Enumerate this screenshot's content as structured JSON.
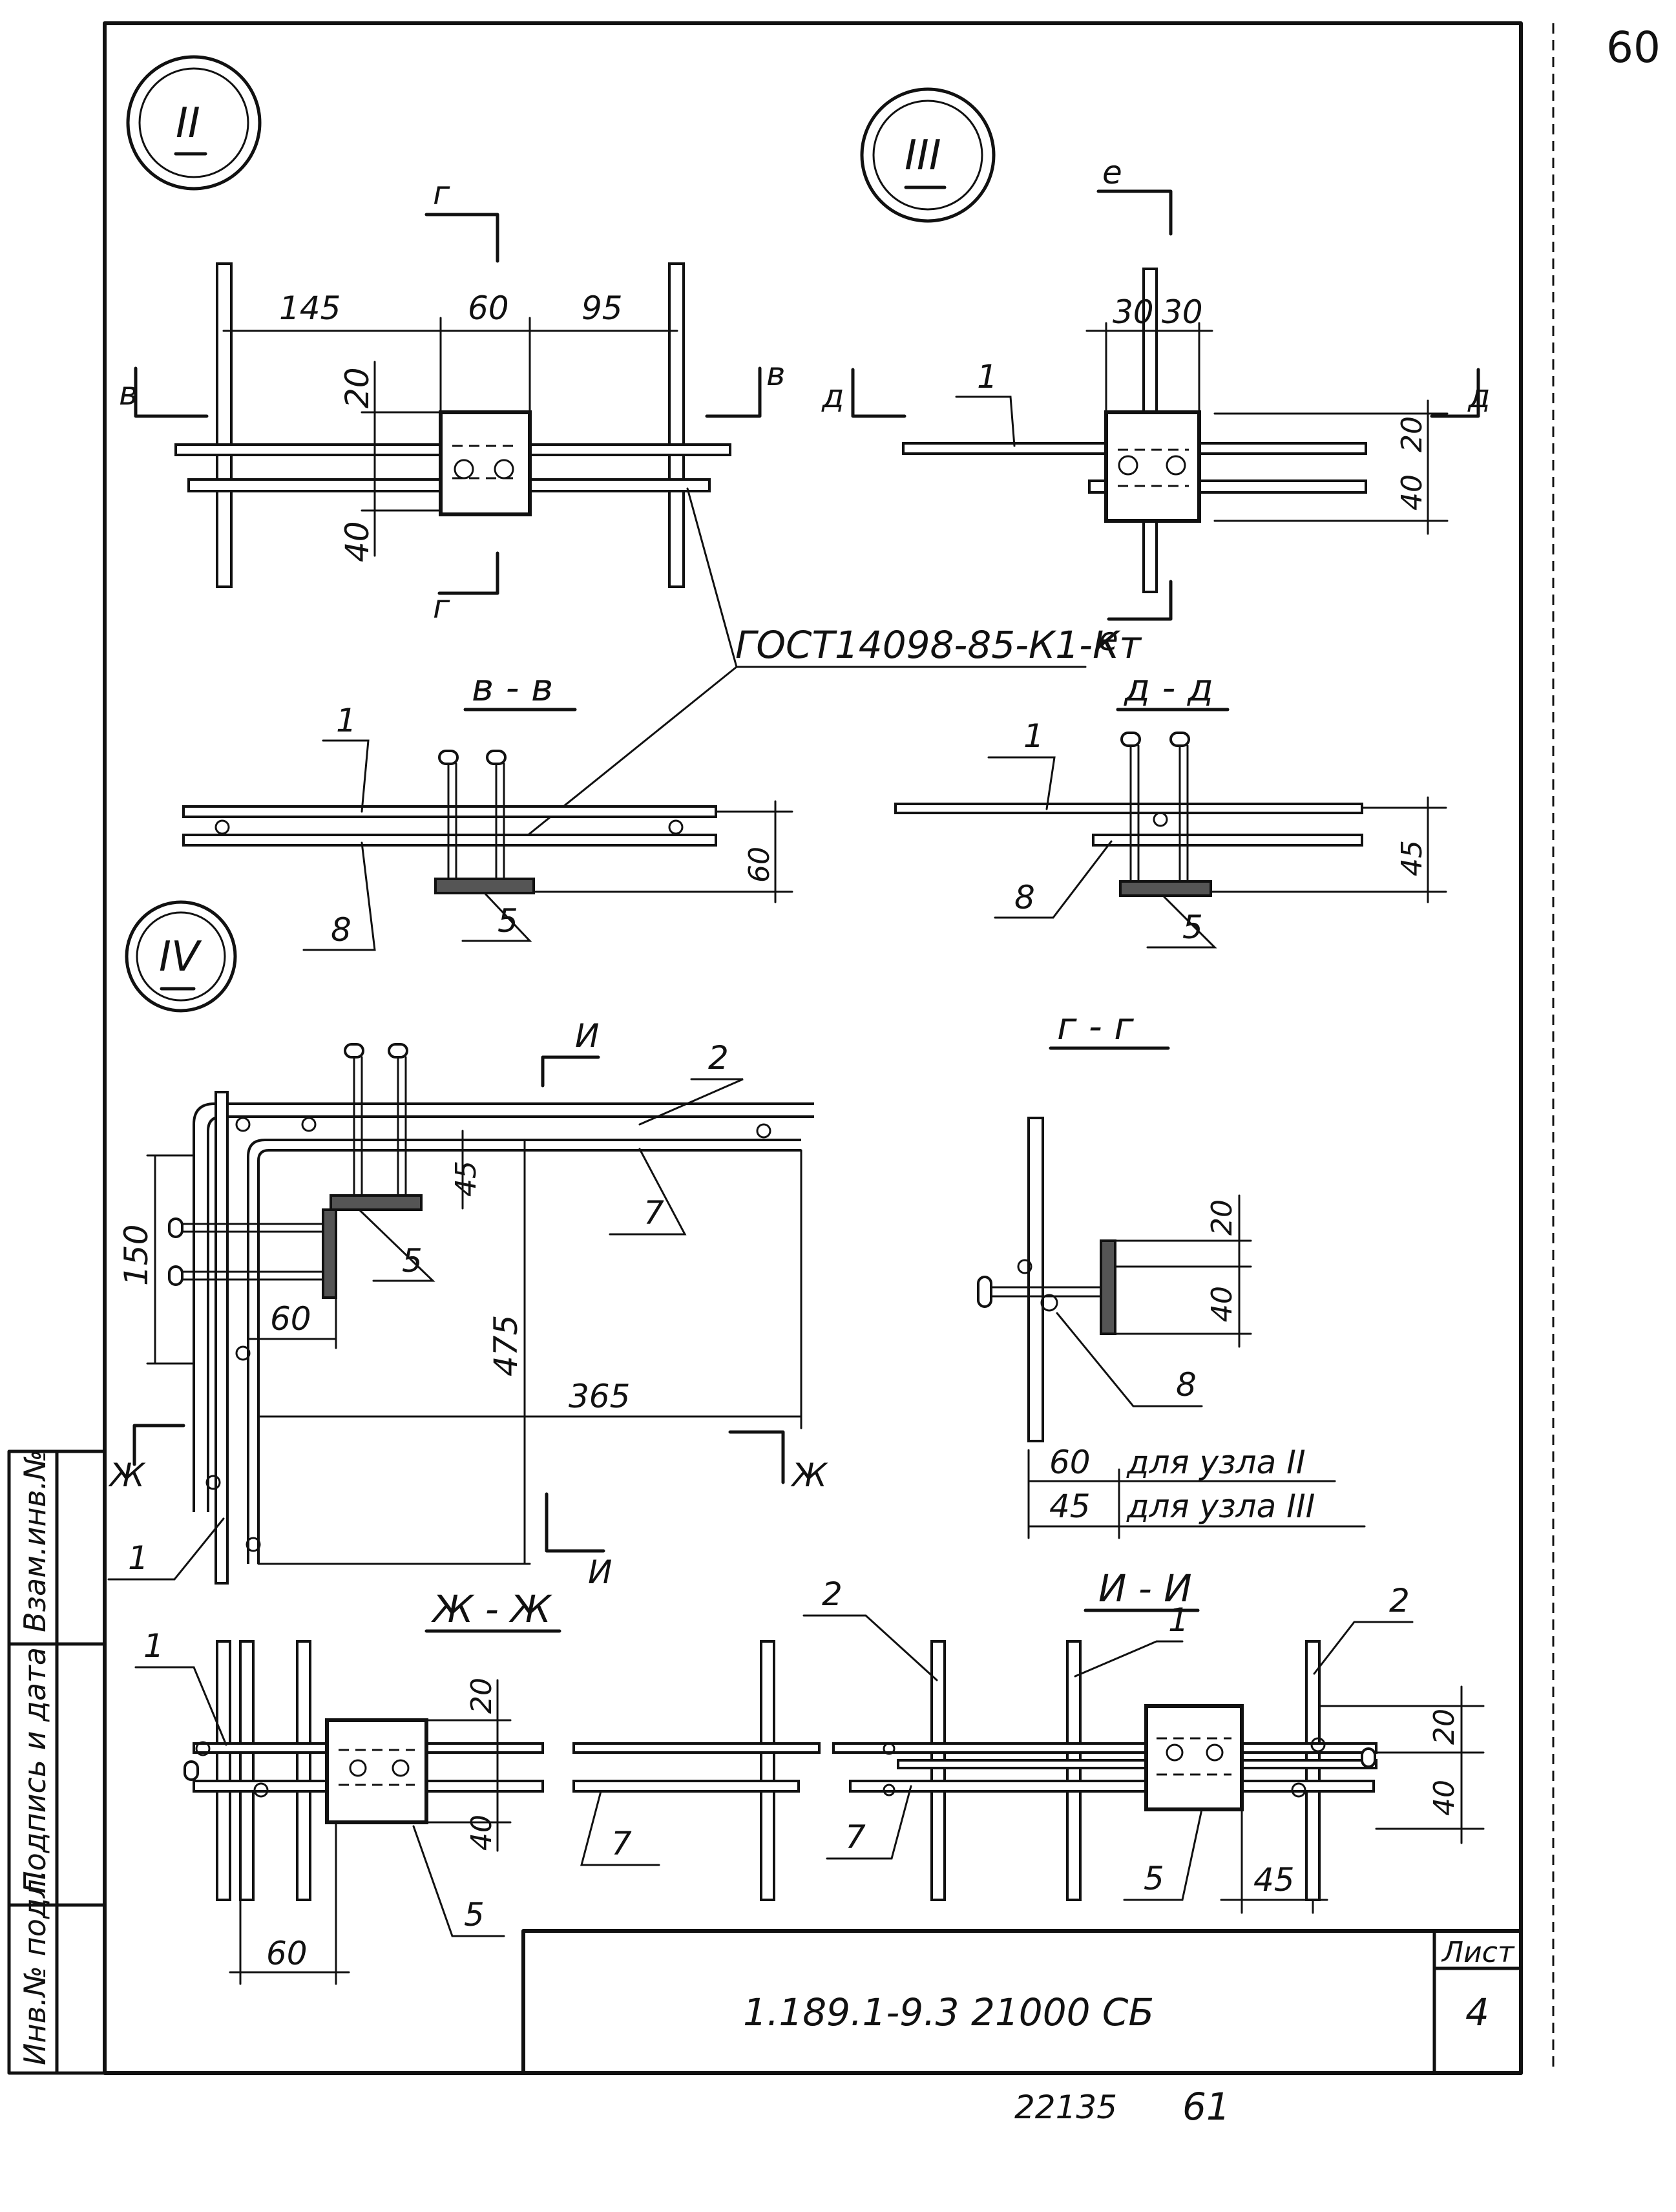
{
  "sheet": {
    "page_number": "60",
    "stamp_code": "1.189.1-9.3   21000 СБ",
    "sheet_label": "Лист",
    "sheet_number": "4",
    "footer_archive_number": "22135",
    "footer_page_number": "61"
  },
  "side_stamp": {
    "inv_no_podl": "Инв.№ подл.",
    "signature_date": "Подпись и дата",
    "vzam_inv_no": "Взам.инв.№"
  },
  "weld_callout": "ГОСТ14098-85-К1-Кт",
  "node_II": {
    "label": "II",
    "dims": [
      "145",
      "60",
      "95",
      "20",
      "40"
    ],
    "sections": [
      "г",
      "г",
      "в",
      "в"
    ]
  },
  "node_III": {
    "label": "III",
    "dims": [
      "30",
      "30",
      "20",
      "40"
    ],
    "sections": [
      "е",
      "е",
      "д",
      "д"
    ],
    "part": "1"
  },
  "node_IV": {
    "label": "IV",
    "dims": [
      "150",
      "45",
      "60",
      "475",
      "365"
    ],
    "sections": [
      "И",
      "И",
      "Ж",
      "Ж"
    ],
    "parts": [
      "2",
      "7",
      "5",
      "1"
    ]
  },
  "section_vv": {
    "title": "в - в",
    "dim": "60",
    "parts": [
      "1",
      "8",
      "5"
    ]
  },
  "section_dd": {
    "title": "д - д",
    "dim": "45",
    "parts": [
      "1",
      "8",
      "5"
    ]
  },
  "section_gg": {
    "title": "г - г",
    "dims": [
      "20",
      "40"
    ],
    "part": "8",
    "note_1_dim": "60",
    "note_1": "для узла II",
    "note_2_dim": "45",
    "note_2": "для узла III"
  },
  "section_zhzh": {
    "title": "Ж - Ж",
    "dims": [
      "20",
      "40",
      "60"
    ],
    "parts": [
      "1",
      "5",
      "7"
    ]
  },
  "section_ii": {
    "title": "И - И",
    "dims": [
      "20",
      "40",
      "45"
    ],
    "parts": [
      "2",
      "1",
      "2",
      "7",
      "5"
    ]
  }
}
